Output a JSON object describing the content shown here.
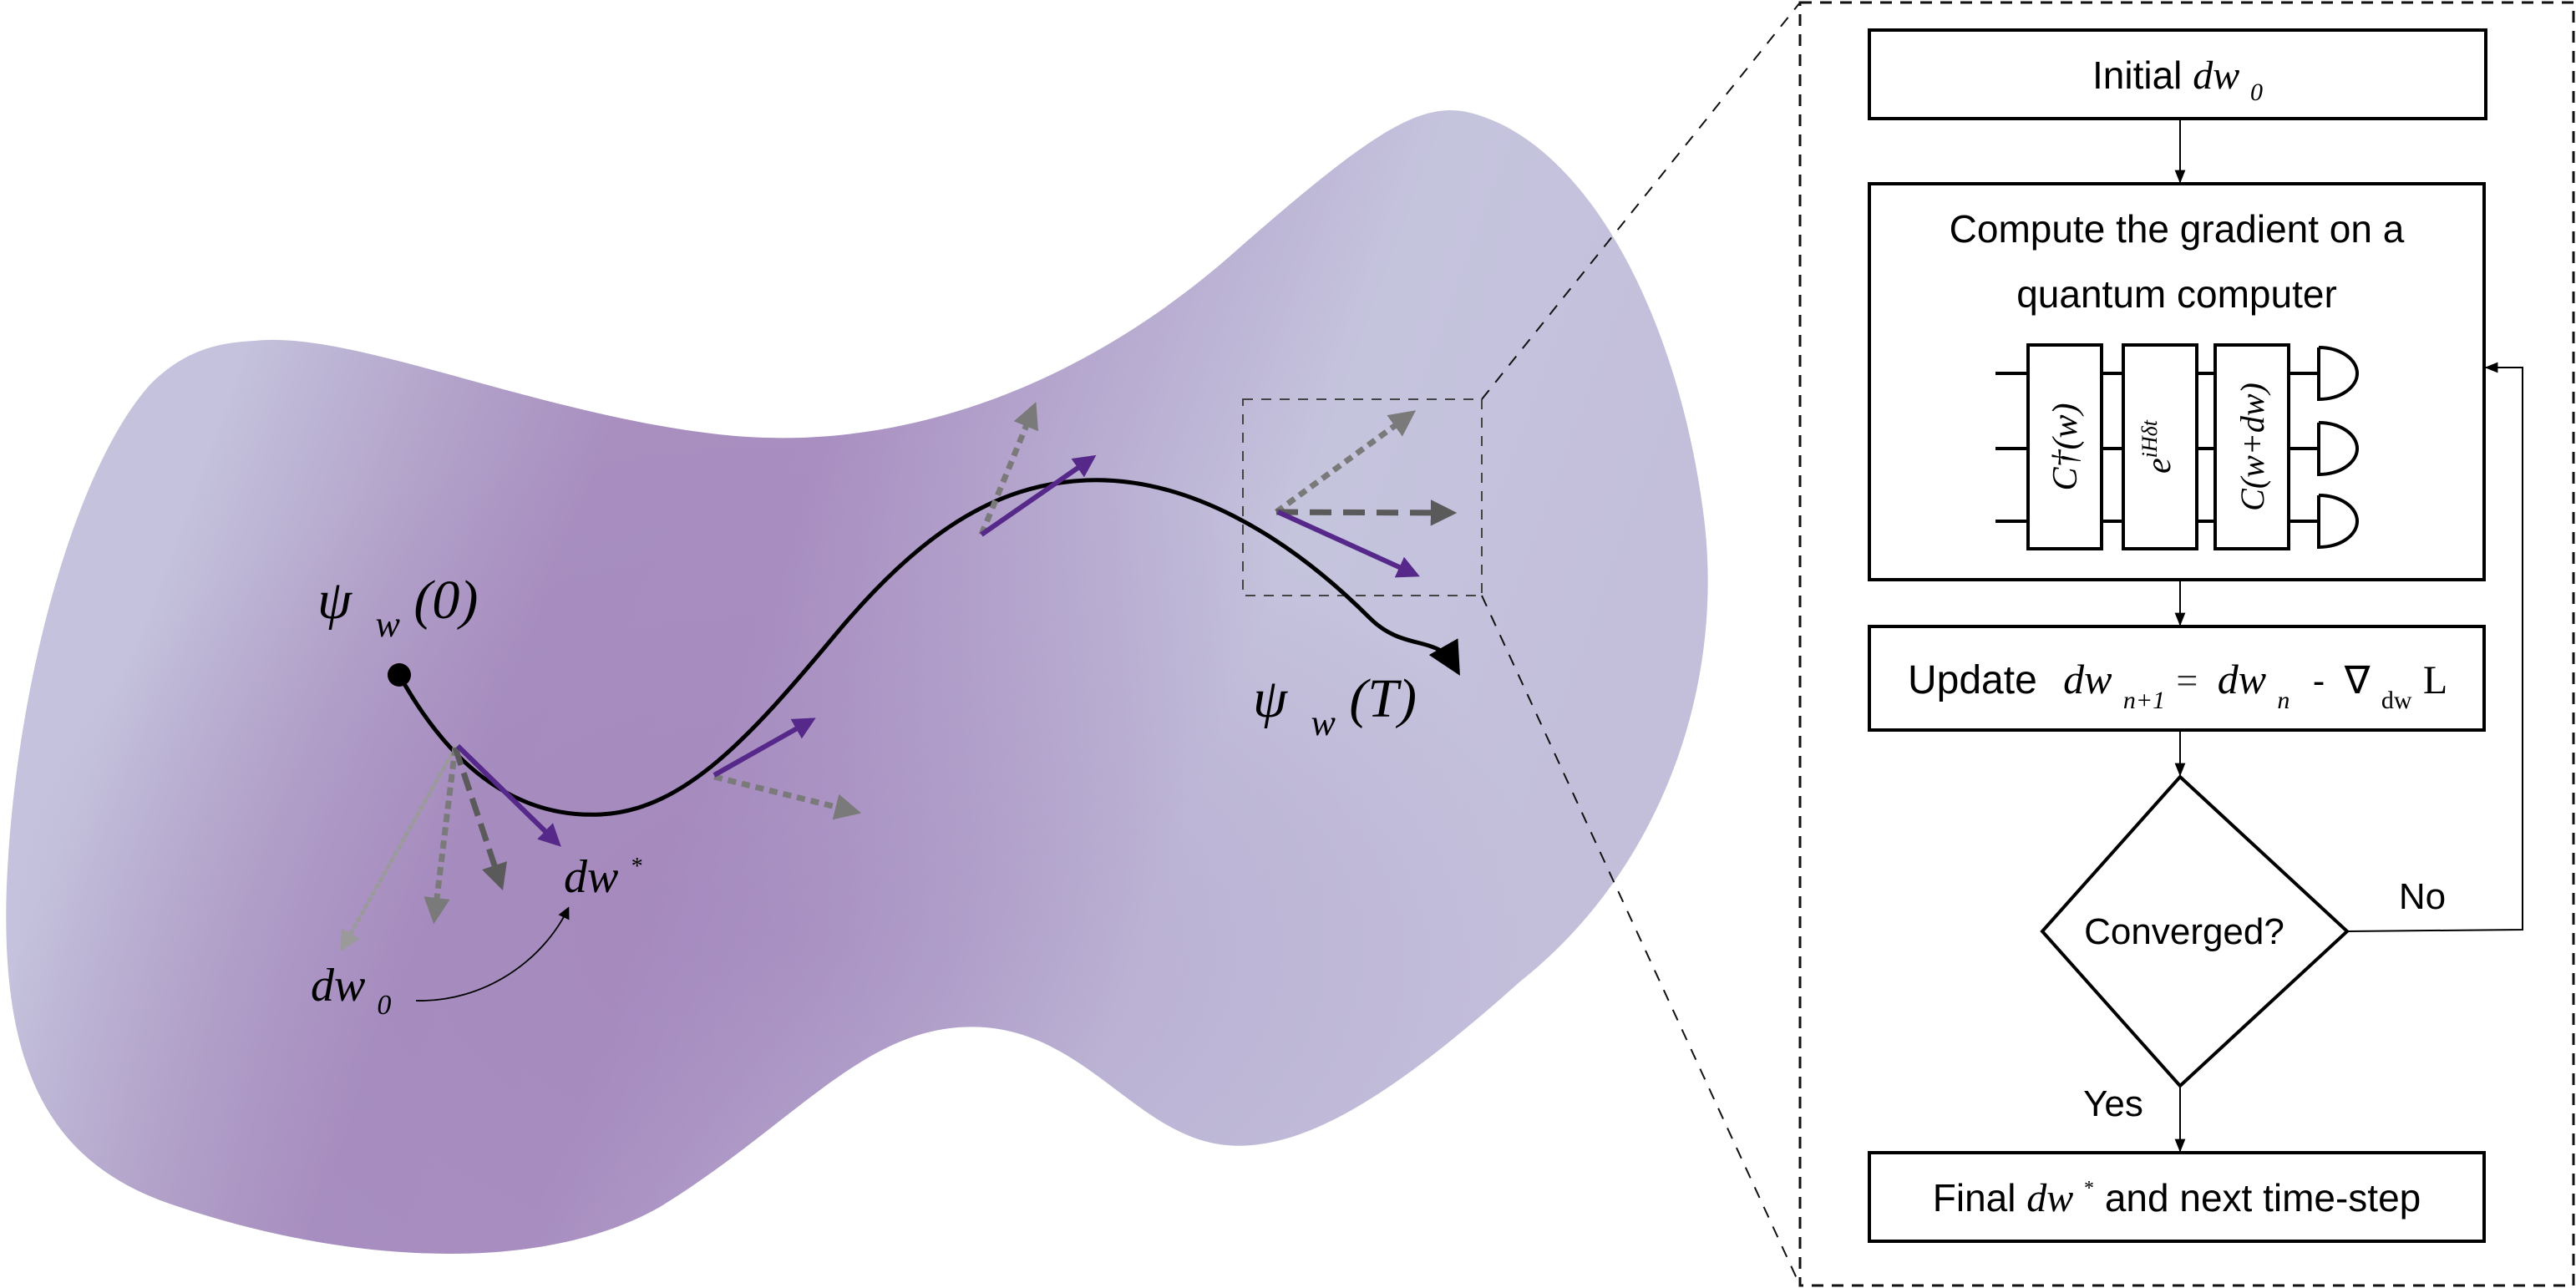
{
  "figure": {
    "manifold": {
      "start_label": {
        "symbol": "ψ",
        "sub": "w",
        "arg": "(0)"
      },
      "end_label": {
        "symbol": "ψ",
        "sub": "w",
        "arg": "(T)"
      },
      "dw0_label": {
        "base": "dw",
        "sub": "0"
      },
      "dwstar_label": {
        "base": "dw",
        "sup": "*"
      },
      "colors": {
        "surface_light": "#c8c8de",
        "surface_dark": "#a68cbe",
        "optimal_arrow": "#55288a",
        "candidate_arrow": "#7a7a7a",
        "trajectory": "#000000"
      }
    },
    "flowchart": {
      "initial": {
        "text": "Initial",
        "math_base": "dw",
        "math_sub": "0"
      },
      "compute": {
        "line1": "Compute the gradient on a",
        "line2": "quantum computer",
        "gates": [
          {
            "label": "C†(w)"
          },
          {
            "label": "e^{iHδt}",
            "base": "e",
            "sup": "iHδt"
          },
          {
            "label": "C(w+dw)"
          }
        ]
      },
      "update": {
        "text": "Update",
        "lhs_base": "dw",
        "lhs_sub": "n+1",
        "eq": "=",
        "rhs_base": "dw",
        "rhs_sub": "n",
        "minus": "-",
        "nabla": "∇",
        "nabla_sub": "dw",
        "loss": "L"
      },
      "decision": {
        "text": "Converged?",
        "no_label": "No",
        "yes_label": "Yes"
      },
      "final": {
        "text_before": "Final",
        "math_base": "dw",
        "math_sup": "*",
        "text_after": "and next time-step"
      }
    }
  }
}
